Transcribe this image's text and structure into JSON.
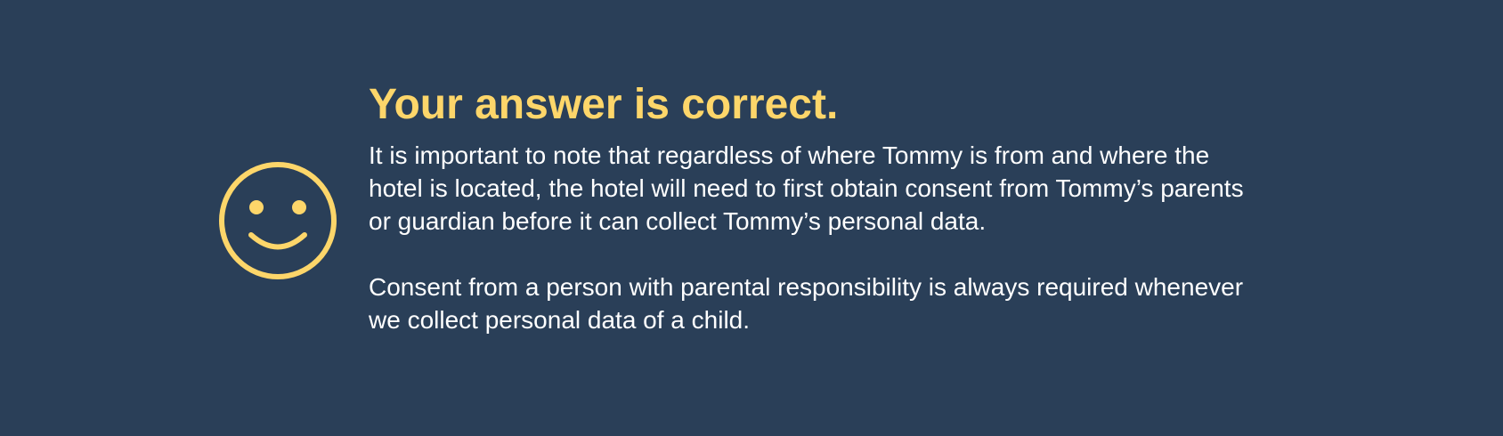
{
  "feedback": {
    "title": "Your answer is correct.",
    "paragraphs": [
      "It is important to note that regardless of where Tommy is from and where the hotel is located, the hotel will need to first obtain consent from Tommy’s parents or guardian before it can collect Tommy’s personal data.",
      "Consent from a person with parental responsibility is always required whenever we collect personal data of a child."
    ],
    "icon": "smiley-icon"
  },
  "colors": {
    "background": "#2a3f58",
    "accent": "#fdd66a",
    "text": "#ffffff"
  }
}
